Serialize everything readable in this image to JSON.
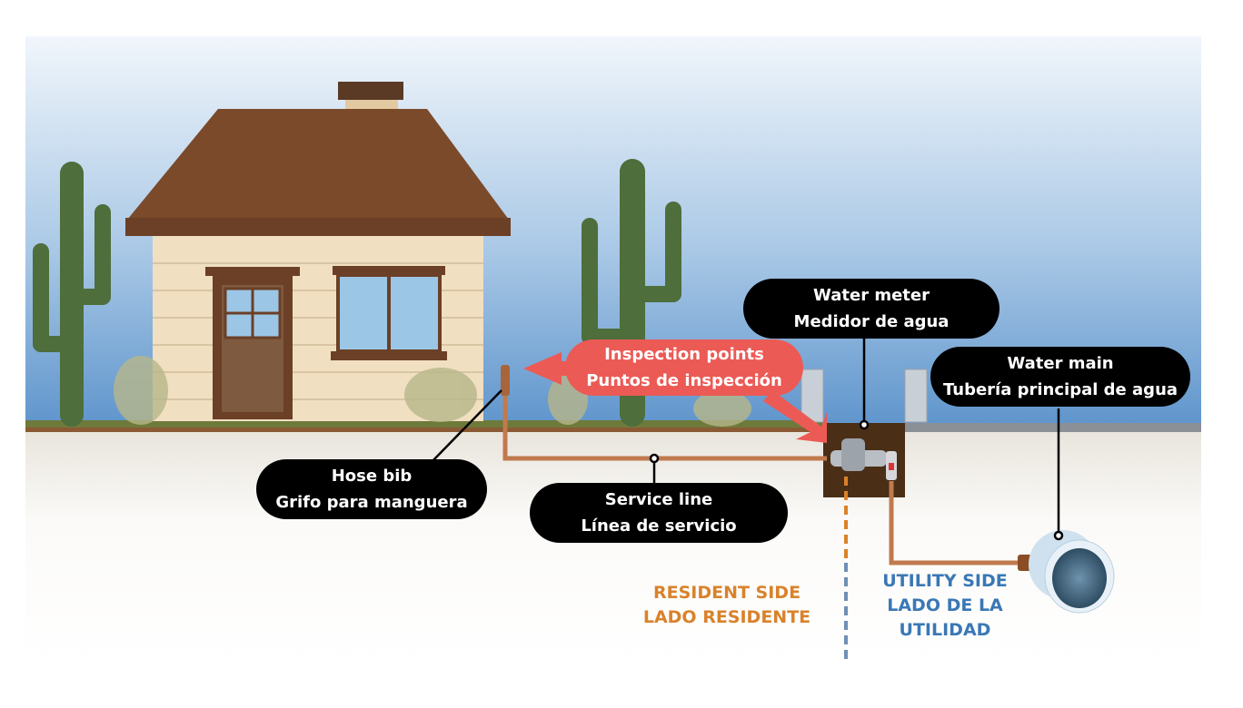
{
  "labels": {
    "water_meter": {
      "en": "Water meter",
      "es": "Medidor de agua"
    },
    "water_main": {
      "en": "Water main",
      "es": "Tubería principal de agua"
    },
    "inspection_points": {
      "en": "Inspection points",
      "es": "Puntos de inspección"
    },
    "hose_bib": {
      "en": "Hose bib",
      "es": "Grifo para manguera"
    },
    "service_line": {
      "en": "Service line",
      "es": "Línea de servicio"
    },
    "resident_side": {
      "en": "RESIDENT SIDE",
      "es": "LADO RESIDENTE"
    },
    "utility_side": {
      "line1": "UTILITY SIDE",
      "line2": "LADO DE LA",
      "line3": "UTILIDAD"
    }
  },
  "colors": {
    "resident": "#d9822b",
    "utility": "#3a78b5",
    "inspection": "#ec5a55",
    "pipe": "#c07a4e"
  }
}
